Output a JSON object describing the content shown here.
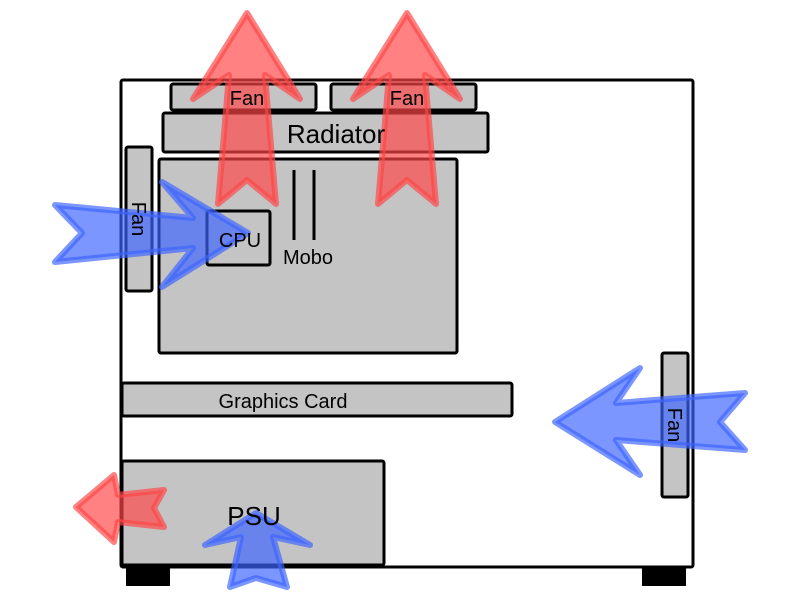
{
  "labels": {
    "fan_top_left": "Fan",
    "fan_top_right": "Fan",
    "radiator": "Radiator",
    "fan_left": "Fan",
    "cpu": "CPU",
    "mobo": "Mobo",
    "graphics_card": "Graphics Card",
    "psu": "PSU",
    "fan_right": "Fan"
  },
  "colors": {
    "exhaust_airflow": "#ff4646",
    "intake_airflow": "#3c64ff",
    "component_fill": "#c4c4c4"
  }
}
